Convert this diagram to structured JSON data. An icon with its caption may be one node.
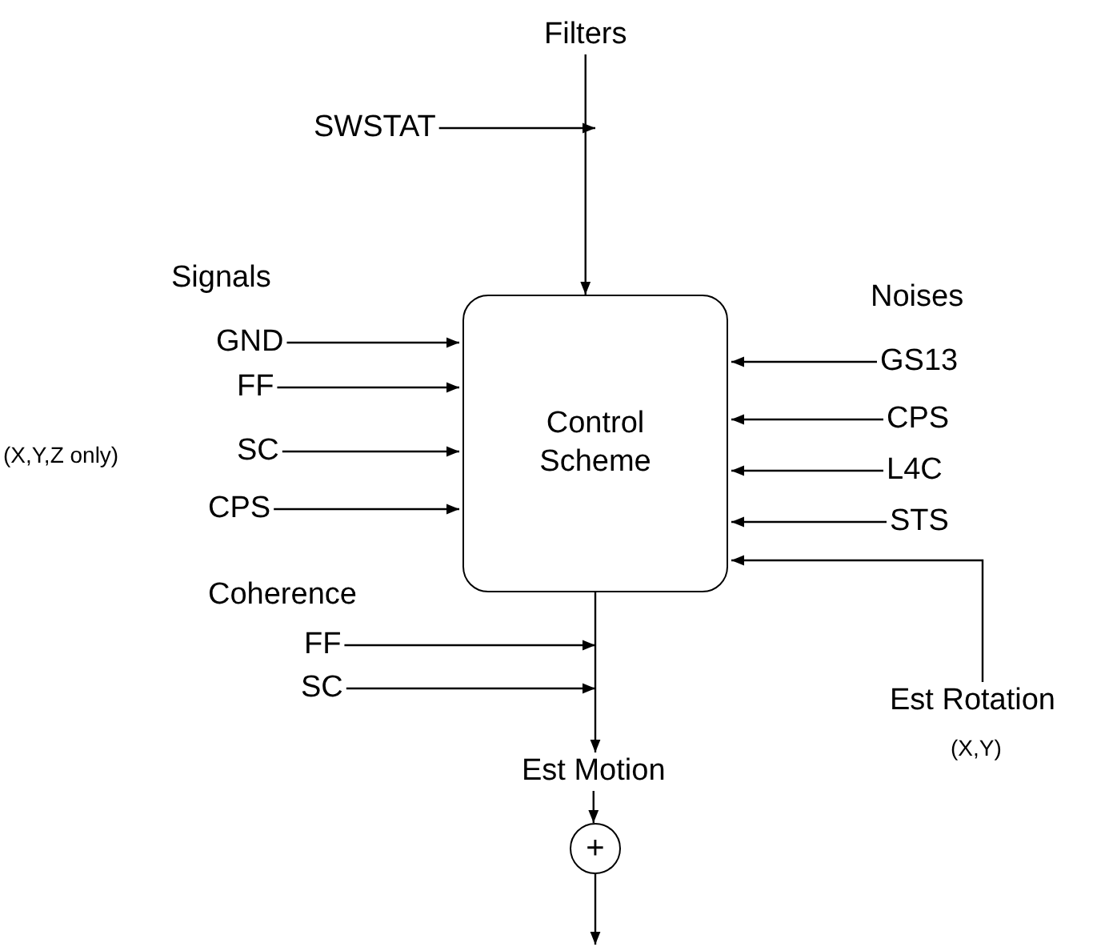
{
  "diagram": {
    "nodes": [
      {
        "text": [
          "Filters"
        ]
      },
      {
        "text": [
          "SWSTAT"
        ]
      },
      {
        "text": [
          "Control Scheme"
        ]
      },
      {
        "text": [
          "GND"
        ]
      },
      {
        "text": [
          "FF"
        ]
      },
      {
        "text": [
          "SC"
        ],
        "beside": [
          "(X,Y,Z only)"
        ]
      },
      {
        "text": [
          "CPS"
        ]
      },
      {
        "text": [
          "GS13"
        ]
      },
      {
        "text": [
          "CPS"
        ]
      },
      {
        "text": [
          "L4C"
        ]
      },
      {
        "text": [
          "STS"
        ]
      },
      {
        "text": [
          "FF"
        ]
      },
      {
        "text": [
          "SC"
        ]
      },
      {
        "text": [
          "Est Rotation"
        ],
        "beside": [
          "(X,Y)"
        ]
      },
      {
        "text": [
          "Est Motion"
        ]
      },
      {
        "text": [
          "+"
        ]
      }
    ],
    "edges": [
      {
        "from": 0,
        "to": 2,
        "arrow": "to"
      },
      {
        "from": 1,
        "to": null,
        "arrow": "to"
      },
      {
        "from": 3,
        "to": 2,
        "arrow": "to"
      },
      {
        "from": 4,
        "to": 2,
        "arrow": "to"
      },
      {
        "from": 5,
        "to": 2,
        "arrow": "to"
      },
      {
        "from": 6,
        "to": 2,
        "arrow": "to"
      },
      {
        "from": 7,
        "to": 2,
        "arrow": "to"
      },
      {
        "from": 8,
        "to": 2,
        "arrow": "to"
      },
      {
        "from": 9,
        "to": 2,
        "arrow": "to"
      },
      {
        "from": 10,
        "to": 2,
        "arrow": "to"
      },
      {
        "from": 13,
        "to": 2,
        "arrow": "to"
      },
      {
        "from": 2,
        "to": 14,
        "arrow": "to"
      },
      {
        "from": 11,
        "to": null,
        "arrow": "to"
      },
      {
        "from": 12,
        "to": null,
        "arrow": "to"
      },
      {
        "from": 14,
        "to": 15,
        "arrow": "to"
      },
      {
        "from": 15,
        "to": null,
        "arrow": "to"
      }
    ],
    "labels": [
      "Signals",
      "Noises",
      "Coherence"
    ]
  }
}
